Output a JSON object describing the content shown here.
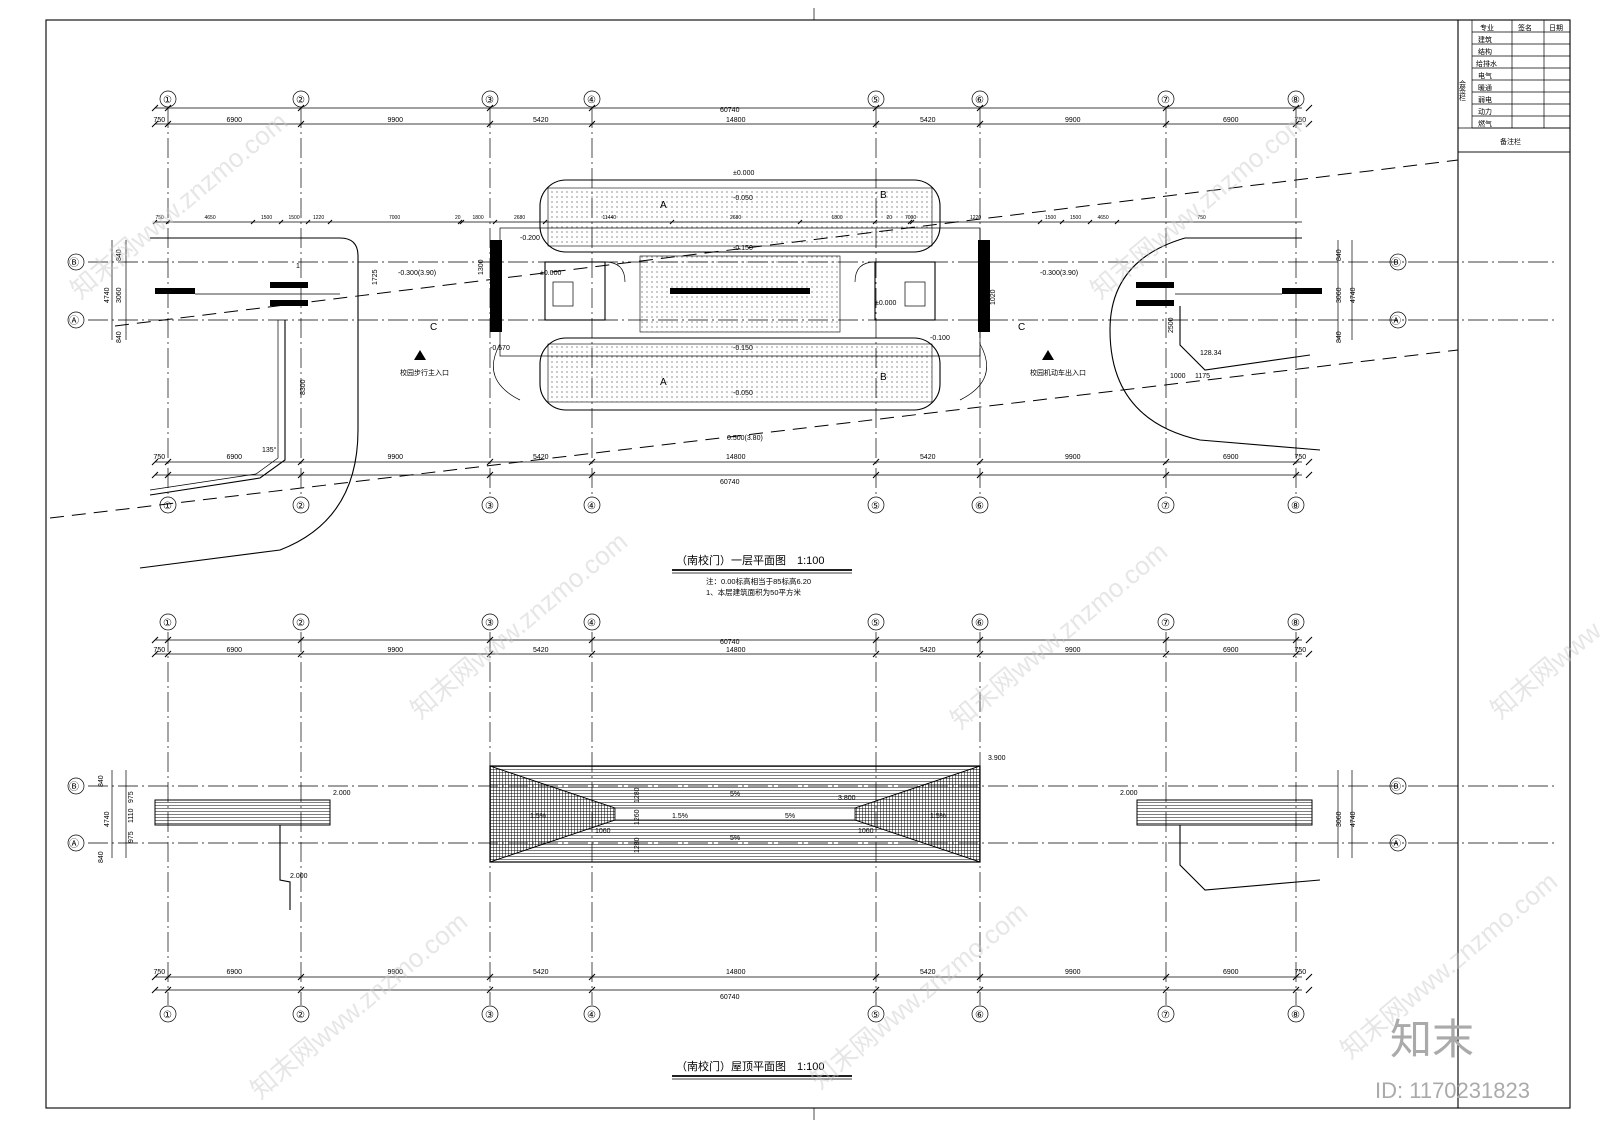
{
  "axes": {
    "columns": [
      "①",
      "②",
      "③",
      "④",
      "⑤",
      "⑥",
      "⑦",
      "⑧"
    ],
    "rows": [
      "Ⓑ",
      "Ⓐ"
    ]
  },
  "plan1": {
    "title": "（南校门）一层平面图　1:100",
    "note1": "注：0.00标高相当于85标高6.20",
    "note2": "1、本层建筑面积为50平方米",
    "overall_dim": "60740",
    "bay_dims": [
      "750",
      "6900",
      "9900",
      "5420",
      "14800",
      "5420",
      "9900",
      "6900",
      "750"
    ],
    "row_dims": [
      "840",
      "3060",
      "840"
    ],
    "total_row_dim": "4740",
    "inner_dims": [
      "750",
      "4650",
      "1500",
      "1500",
      "1220",
      "7000",
      "20",
      "1800",
      "2680",
      "11440",
      "2680",
      "1800",
      "20",
      "7000",
      "1220",
      "1500",
      "1500",
      "4650",
      "750"
    ],
    "levels": [
      "±0.000",
      "-0.050",
      "-0.150",
      "-0.200",
      "-0.300(3.90)",
      "-0.570",
      "-0.100",
      "0.500(3.80)"
    ],
    "section_marks": [
      "A",
      "B",
      "C",
      "1",
      "2"
    ],
    "entry_left": "校园步行主入口",
    "entry_right": "校园机动车出入口",
    "angles": [
      "135°",
      "128.34"
    ],
    "misc_dims": [
      "8300",
      "1175",
      "1000",
      "2500",
      "1725",
      "1300",
      "1020"
    ]
  },
  "plan2": {
    "title": "（南校门）屋顶平面图　1:100",
    "overall_dim": "60740",
    "bay_dims": [
      "750",
      "6900",
      "9900",
      "5420",
      "14800",
      "5420",
      "9900",
      "6900",
      "750"
    ],
    "row_dims": [
      "840",
      "3060",
      "840"
    ],
    "total_row_dim": "4740",
    "levels": [
      "2.000",
      "3.800",
      "3.900",
      "2.000",
      "2.000"
    ],
    "slopes": [
      "1.5%",
      "1.5%",
      "1.5%",
      "5%",
      "5%",
      "5%"
    ],
    "misc_dims": [
      "1060",
      "1060",
      "975",
      "1110",
      "975",
      "1280",
      "1280",
      "1260"
    ]
  },
  "title_block": {
    "headers": [
      "专业",
      "签名",
      "日期"
    ],
    "rows": [
      "建筑",
      "结构",
      "给排水",
      "电气",
      "暖通",
      "弱电",
      "动力",
      "燃气"
    ],
    "side_label": "会签栏",
    "remarks": "备注栏"
  },
  "watermark": {
    "text": "知末网www.znzmo.com",
    "brand": "知末",
    "id": "ID: 1170231823"
  }
}
